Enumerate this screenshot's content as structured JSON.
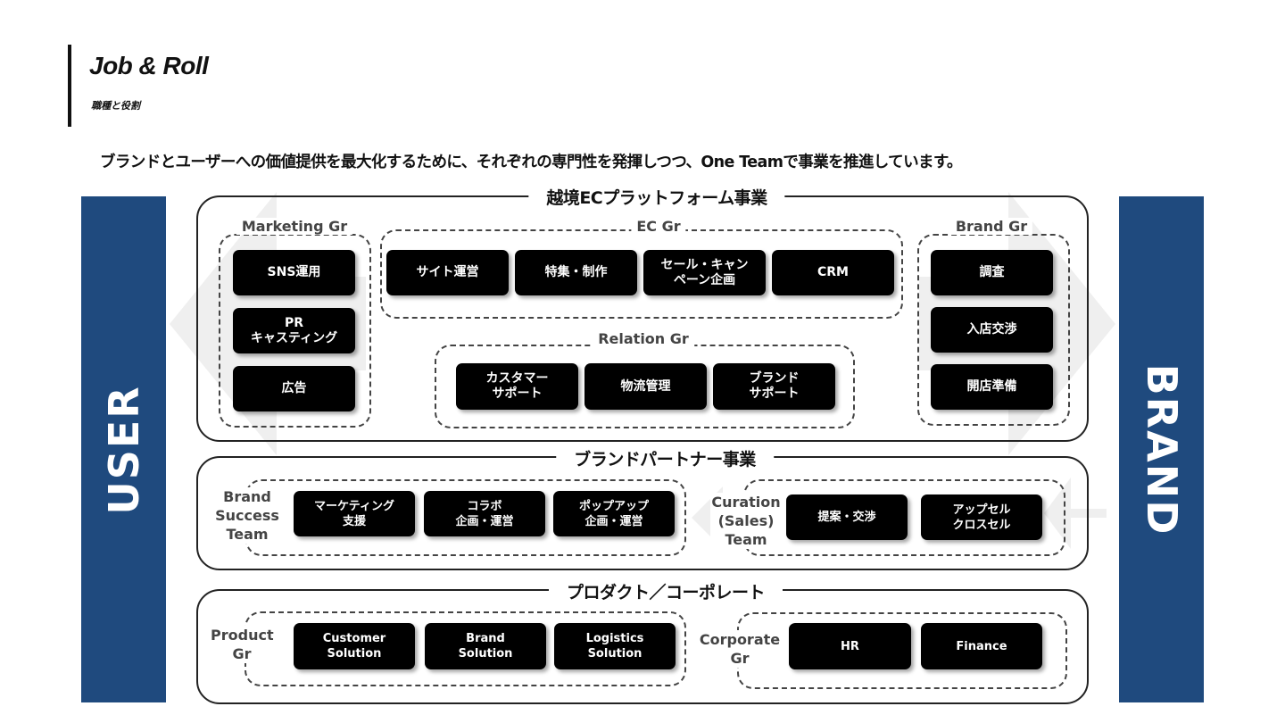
{
  "header": {
    "title": "Job & Roll",
    "subtitle": "職種と役割"
  },
  "lead": "ブランドとユーザーへの価値提供を最大化するために、それぞれの専門性を発揮しつつ、One Teamで事業を推進しています。",
  "sides": {
    "left": "USER",
    "right": "BRAND",
    "color": "#1f4a7e"
  },
  "ec_platform": {
    "title": "越境ECプラットフォーム事業",
    "marketing": {
      "title": "Marketing Gr",
      "items": [
        "SNS運用",
        "PR\nキャスティング",
        "広告"
      ]
    },
    "ec": {
      "title": "EC Gr",
      "items": [
        "サイト運営",
        "特集・制作",
        "セール・キャン\nペーン企画",
        "CRM"
      ]
    },
    "relation": {
      "title": "Relation Gr",
      "items": [
        "カスタマー\nサポート",
        "物流管理",
        "ブランド\nサポート"
      ]
    },
    "brand": {
      "title": "Brand Gr",
      "items": [
        "調査",
        "入店交渉",
        "開店準備"
      ]
    }
  },
  "brand_partner": {
    "title": "ブランドパートナー事業",
    "success": {
      "title": "Brand\nSuccess\nTeam",
      "items": [
        "マーケティング\n支援",
        "コラボ\n企画・運営",
        "ポップアップ\n企画・運営"
      ]
    },
    "curation": {
      "title": "Curation\n(Sales)\nTeam",
      "items": [
        "提案・交渉",
        "アップセル\nクロスセル"
      ]
    }
  },
  "product_corporate": {
    "title": "プロダクト／コーポレート",
    "product": {
      "title": "Product\nGr",
      "items": [
        "Customer\nSolution",
        "Brand\nSolution",
        "Logistics\nSolution"
      ]
    },
    "corporate": {
      "title": "Corporate\nGr",
      "items": [
        "HR",
        "Finance"
      ]
    }
  }
}
